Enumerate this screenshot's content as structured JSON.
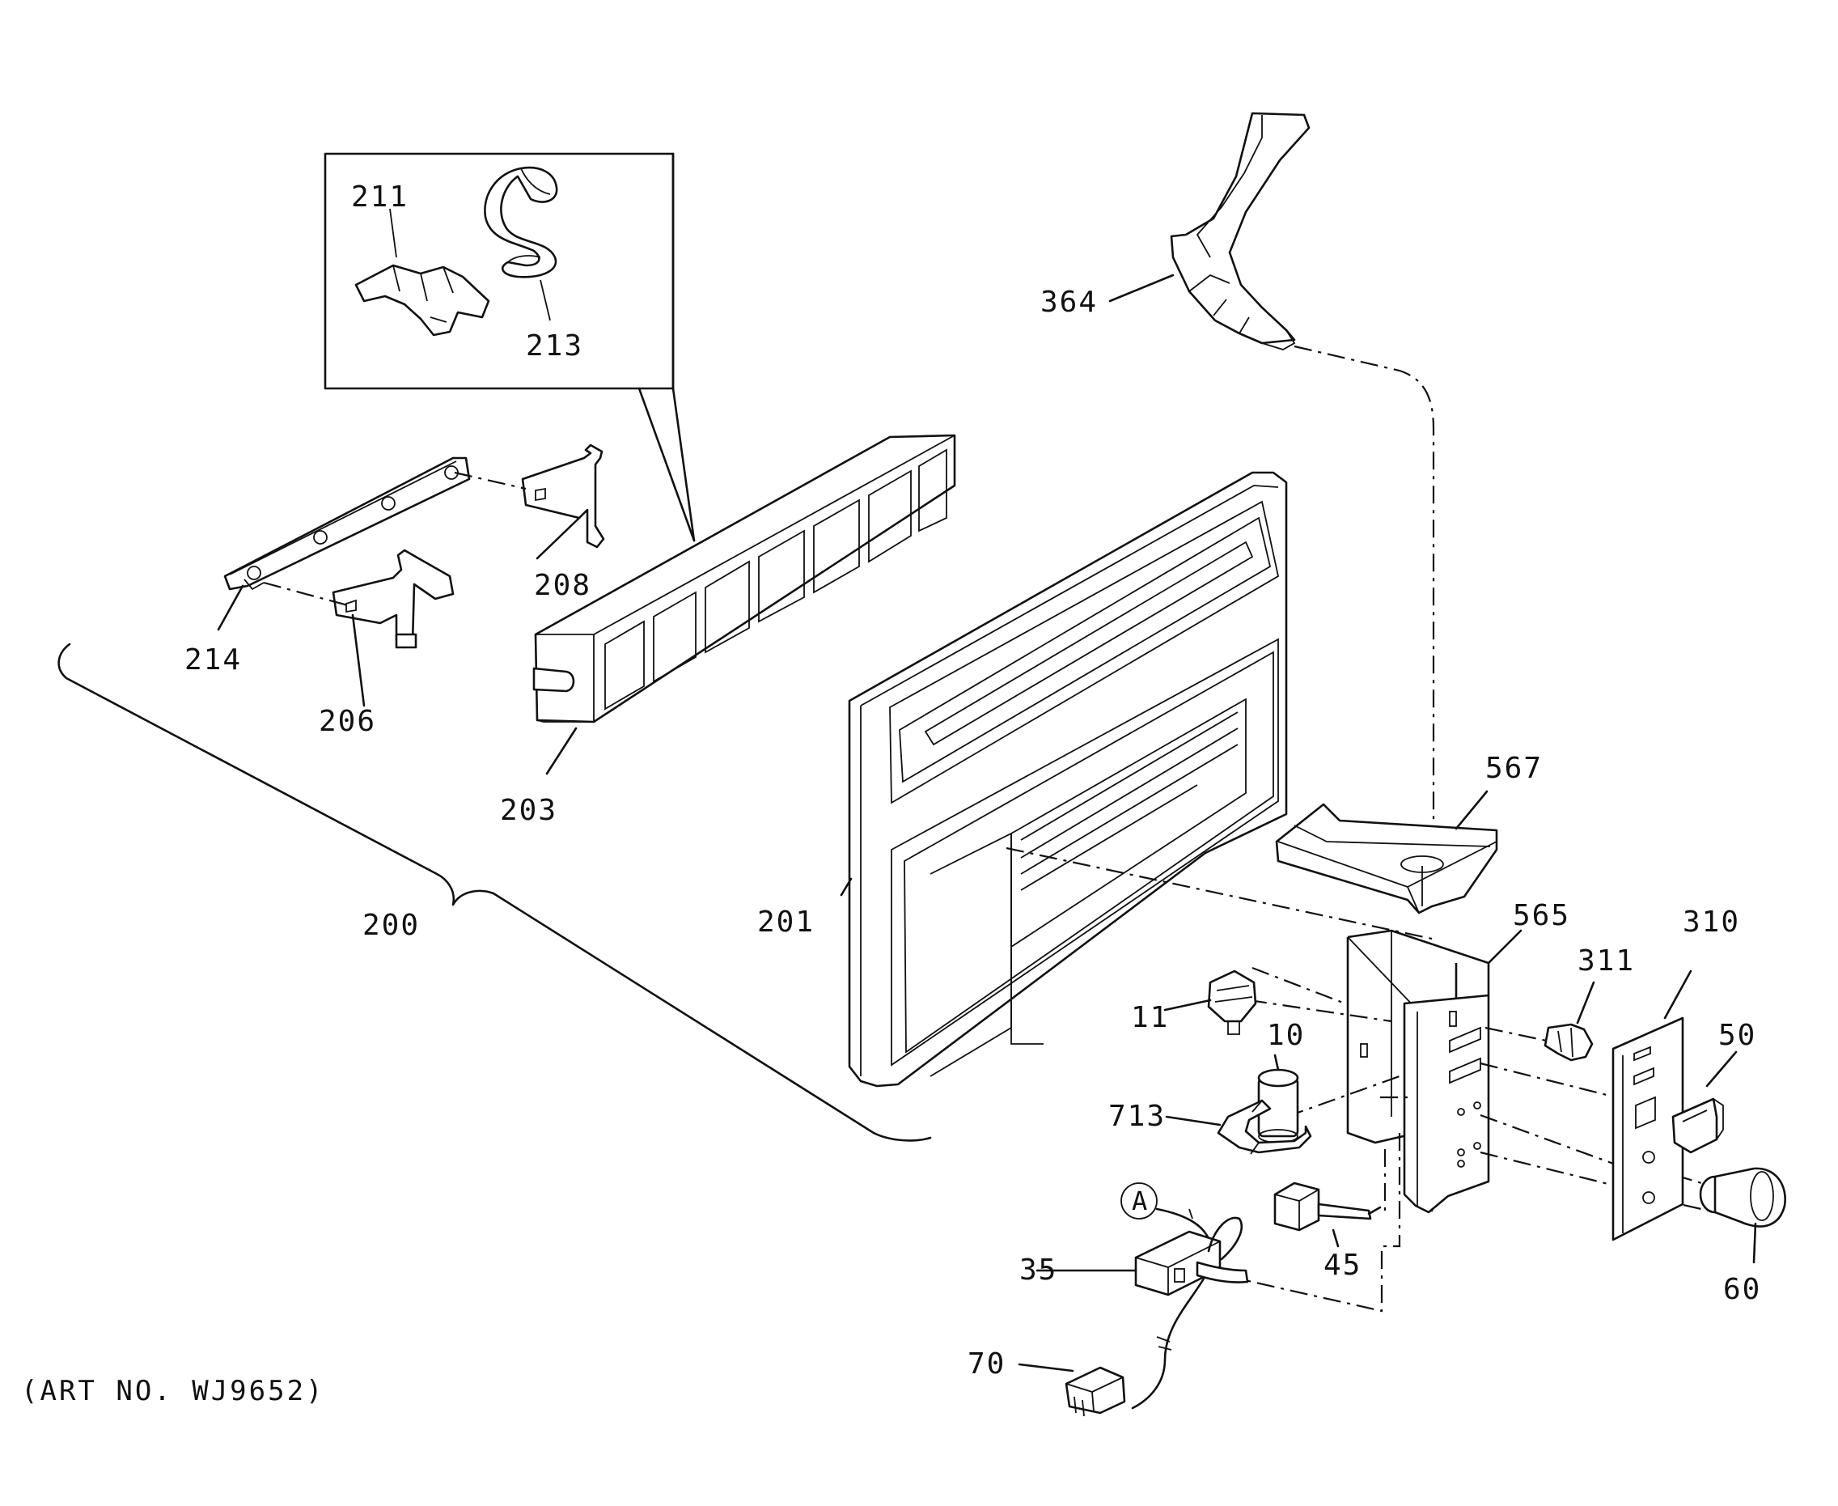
{
  "labels": {
    "l211": "211",
    "l213": "213",
    "l364": "364",
    "l208": "208",
    "l214": "214",
    "l206": "206",
    "l203": "203",
    "l200": "200",
    "l201": "201",
    "l567": "567",
    "l565": "565",
    "l311": "311",
    "l310": "310",
    "l11": "11",
    "l10": "10",
    "l50": "50",
    "l713": "713",
    "lA": "A",
    "l45": "45",
    "l35": "35",
    "l60": "60",
    "l70": "70"
  },
  "art_number": "(ART NO. WJ9652)"
}
